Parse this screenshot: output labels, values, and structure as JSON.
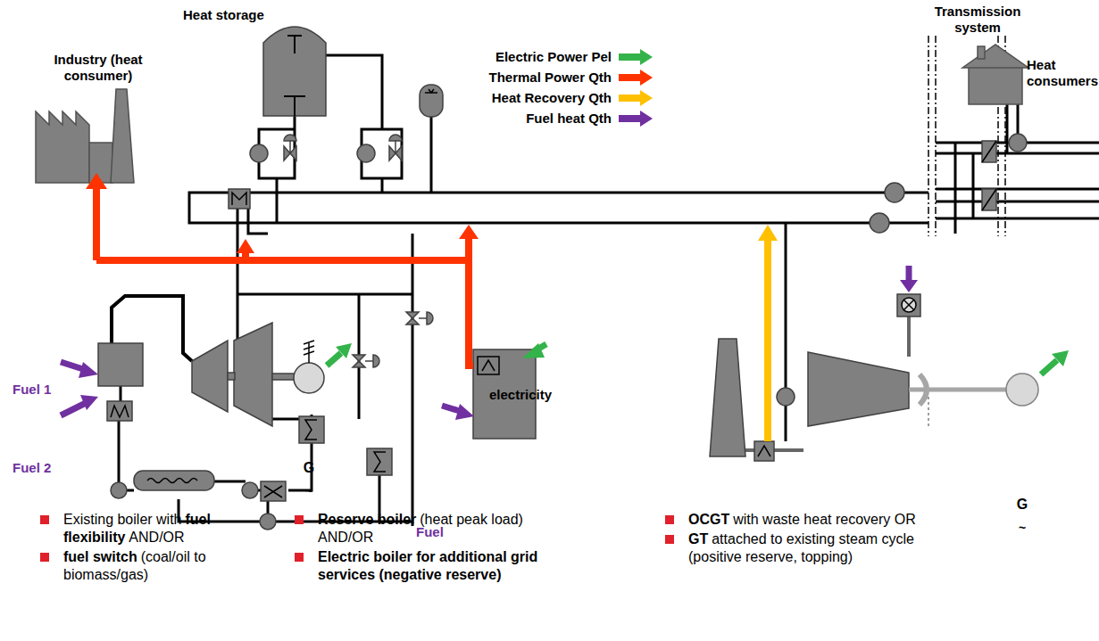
{
  "diagram": {
    "nodes": [
      {
        "text": [
          "Industry (heat consumer)"
        ]
      },
      {
        "text": [
          "Heat storage"
        ]
      },
      {
        "text": [
          "Heat consumers"
        ]
      }
    ],
    "labels": [
      "Transmission system",
      "Fuel 1",
      "Fuel 2",
      "electricity",
      "Fuel",
      "Existing boiler with",
      "fuel flexibility",
      "AND/OR",
      "fuel switch",
      "(coal/oil to biomass/gas)",
      "Reserve boiler",
      "(heat peak load) AND/OR",
      "Electric boiler for additional grid services (negative reserve)",
      "OCGT",
      "with waste heat recovery OR",
      "GT",
      "attached to existing steam cycle (positive reserve, topping)",
      "G",
      "~",
      "G",
      "~"
    ],
    "legend": [
      {
        "text": "Electric Power Pel",
        "color": "#34b34a"
      },
      {
        "text": "Thermal Power Qth",
        "color": "#ff3300"
      },
      {
        "text": "Heat Recovery Qth",
        "color": "#ffc000"
      },
      {
        "text": "Fuel heat Qth",
        "color": "#7030a0"
      }
    ]
  }
}
